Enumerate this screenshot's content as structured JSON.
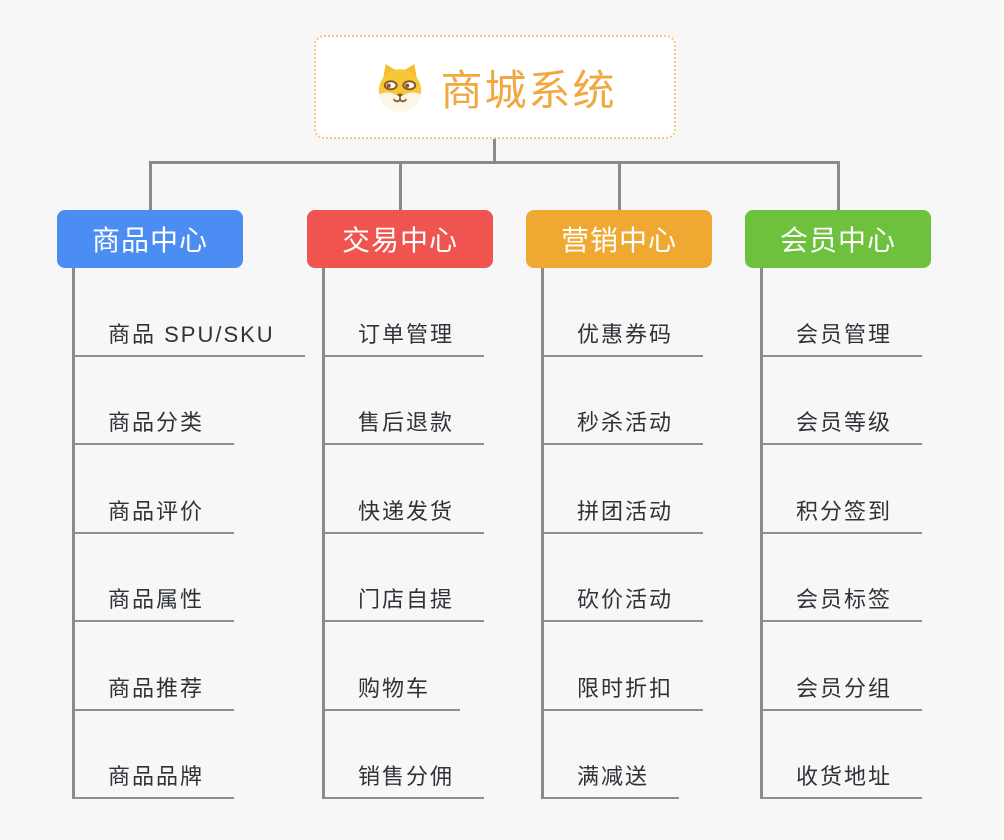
{
  "background": "#f7f7f7",
  "connector_color": "#8a8a8a",
  "root": {
    "label": "商城系统",
    "icon": "dog-face-icon",
    "text_color": "#f0a840",
    "border_color": "#f3c87f"
  },
  "branches": [
    {
      "label": "商品中心",
      "color": "#4b8df2",
      "children": [
        "商品 SPU/SKU",
        "商品分类",
        "商品评价",
        "商品属性",
        "商品推荐",
        "商品品牌"
      ]
    },
    {
      "label": "交易中心",
      "color": "#ef544f",
      "children": [
        "订单管理",
        "售后退款",
        "快递发货",
        "门店自提",
        "购物车",
        "销售分佣"
      ]
    },
    {
      "label": "营销中心",
      "color": "#efa933",
      "children": [
        "优惠券码",
        "秒杀活动",
        "拼团活动",
        "砍价活动",
        "限时折扣",
        "满减送"
      ]
    },
    {
      "label": "会员中心",
      "color": "#6ec13c",
      "children": [
        "会员管理",
        "会员等级",
        "积分签到",
        "会员标签",
        "会员分组",
        "收货地址"
      ]
    }
  ]
}
